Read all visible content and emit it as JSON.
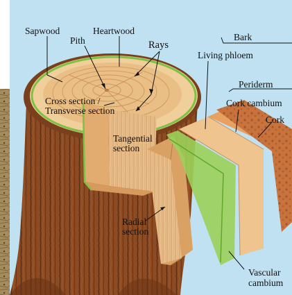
{
  "labels": {
    "sapwood": "Sapwood",
    "heartwood": "Heartwood",
    "pith": "Pith",
    "rays": "Rays",
    "bark": "Bark",
    "living_phloem": "Living phloem",
    "periderm": "Periderm",
    "cork_cambium": "Cork cambium",
    "cork": "Cork",
    "cross_section_1": "Cross section /",
    "cross_section_2": "Transverse section",
    "tangential_1": "Tangential",
    "tangential_2": "section",
    "radial_1": "Radial",
    "radial_2": "section",
    "vascular_1": "Vascular",
    "vascular_2": "cambium"
  },
  "colors": {
    "background": "#bfe1f1",
    "left_photo": "#a48b5a",
    "bark": "#8a4a22",
    "wood": "#e8bf8a",
    "cambium_line": "#7cc244",
    "cork": "#c9733f"
  }
}
